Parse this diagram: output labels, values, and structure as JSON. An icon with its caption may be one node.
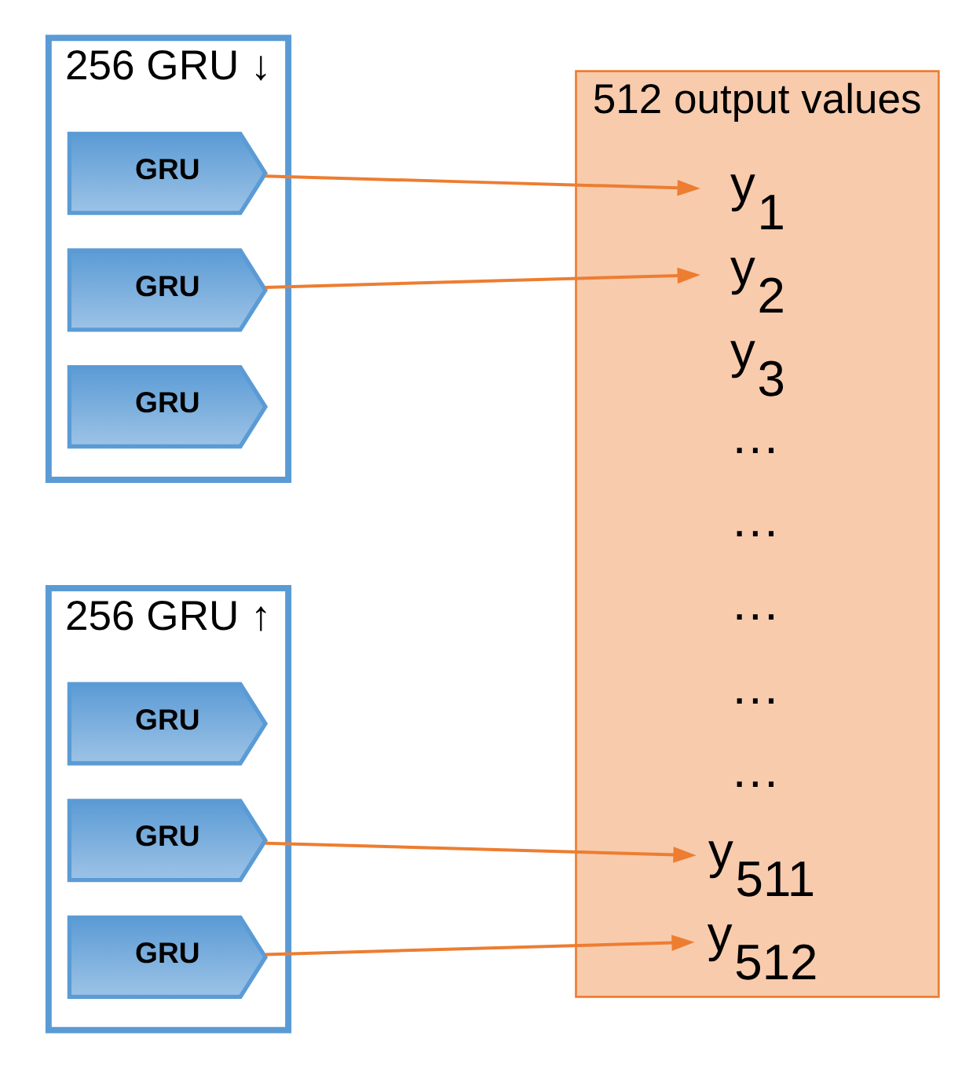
{
  "diagram": {
    "nodes": [
      {
        "text": [
          "256 GRU ↓"
        ]
      },
      {
        "text": [
          "GRU"
        ],
        "in": 0
      },
      {
        "text": [
          "GRU"
        ],
        "in": 0
      },
      {
        "text": [
          "GRU"
        ],
        "in": 0
      },
      {
        "text": [
          "256 GRU ↑"
        ]
      },
      {
        "text": [
          "GRU"
        ],
        "in": 4
      },
      {
        "text": [
          "GRU"
        ],
        "in": 4
      },
      {
        "text": [
          "GRU"
        ],
        "in": 4
      },
      {
        "text": [
          "512 output values"
        ]
      },
      {
        "text": [
          "y$_{1}$"
        ],
        "in": 8
      },
      {
        "text": [
          "y$_{2}$"
        ],
        "in": 8
      },
      {
        "text": [
          "y$_{3}$"
        ],
        "in": 8
      },
      {
        "text": [
          "…"
        ],
        "in": 8
      },
      {
        "text": [
          "…"
        ],
        "in": 8
      },
      {
        "text": [
          "…"
        ],
        "in": 8
      },
      {
        "text": [
          "…"
        ],
        "in": 8
      },
      {
        "text": [
          "…"
        ],
        "in": 8
      },
      {
        "text": [
          "y$_{511}$"
        ],
        "in": 8
      },
      {
        "text": [
          "y$_{512}$"
        ],
        "in": 8
      }
    ],
    "edges": [
      {
        "from": 1,
        "to": 9,
        "arrow": "to"
      },
      {
        "from": 2,
        "to": 10,
        "arrow": "to"
      },
      {
        "from": 6,
        "to": 17,
        "arrow": "to"
      },
      {
        "from": 7,
        "to": 18,
        "arrow": "to"
      }
    ]
  }
}
